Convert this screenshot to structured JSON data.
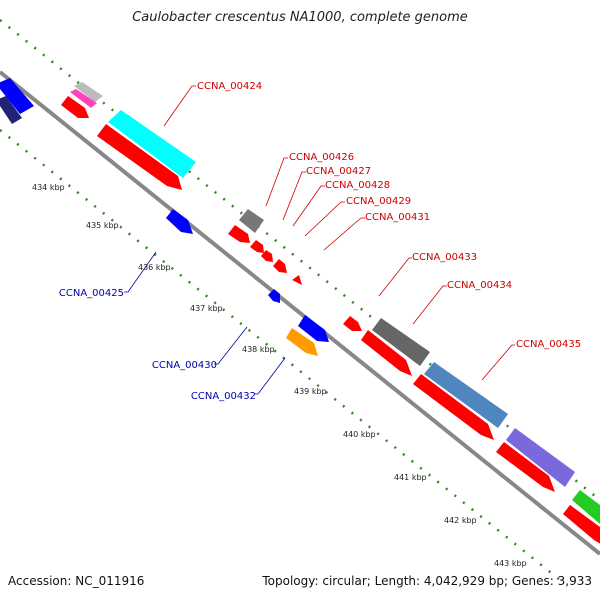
{
  "title": "Caulobacter crescentus NA1000, complete genome",
  "footer": {
    "accession": "Accession: NC_011916",
    "stats": "Topology: circular; Length: 4,042,929 bp; Genes: 3,933"
  },
  "ticks": [
    "434 kbp",
    "435 kbp",
    "436 kbp",
    "437 kbp",
    "438 kbp",
    "439 kbp",
    "440 kbp",
    "441 kbp",
    "442 kbp",
    "443 kbp"
  ],
  "colors": {
    "backbone": "#8c8c8c",
    "forward_gene": "#ff0000",
    "reverse_gene": "#0000ff",
    "label_forward": "#cc0000",
    "label_reverse": "#0000aa",
    "tick_dots": "#2e8b1e"
  },
  "genes_forward": [
    {
      "name": "CCNA_00424"
    },
    {
      "name": "CCNA_00426"
    },
    {
      "name": "CCNA_00427"
    },
    {
      "name": "CCNA_00428"
    },
    {
      "name": "CCNA_00429"
    },
    {
      "name": "CCNA_00431"
    },
    {
      "name": "CCNA_00433"
    },
    {
      "name": "CCNA_00434"
    },
    {
      "name": "CCNA_00435"
    }
  ],
  "genes_reverse": [
    {
      "name": "CCNA_00425"
    },
    {
      "name": "CCNA_00430"
    },
    {
      "name": "CCNA_00432"
    }
  ]
}
